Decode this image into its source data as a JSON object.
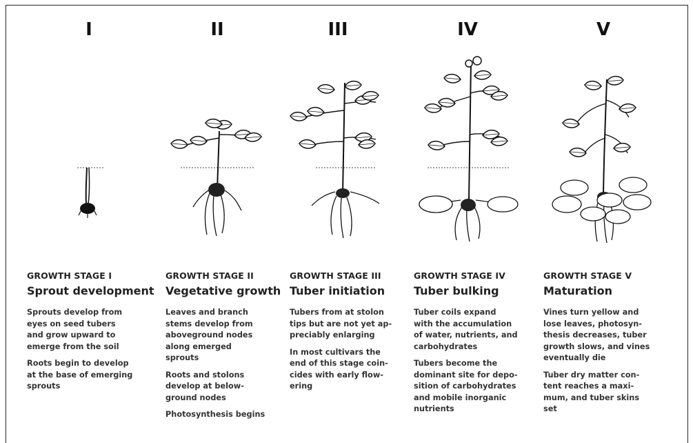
{
  "stages": [
    {
      "numeral": "I",
      "label": "GROWTH STAGE I",
      "name": "Sprout development",
      "lines": [
        [
          "Sprouts develop from",
          "eyes on seed tubers",
          "and grow upward to",
          "emerge from the soil"
        ],
        [
          "Roots begin to develop",
          "at the base of emerging",
          "sprouts"
        ]
      ]
    },
    {
      "numeral": "II",
      "label": "GROWTH STAGE II",
      "name": "Vegetative growth",
      "lines": [
        [
          "Leaves and branch",
          "stems develop from",
          "aboveground nodes",
          "along emerged",
          "sprouts"
        ],
        [
          "Roots and stolons",
          "develop at below-",
          "ground nodes"
        ],
        [
          "Photosynthesis begins"
        ]
      ]
    },
    {
      "numeral": "III",
      "label": "GROWTH STAGE III",
      "name": "Tuber initiation",
      "lines": [
        [
          "Tubers from at stolon",
          "tips but are not yet ap-",
          "preciably enlarging"
        ],
        [
          "In most cultivars the",
          "end of this stage coin-",
          "cides with early flow-",
          "ering"
        ]
      ]
    },
    {
      "numeral": "IV",
      "label": "GROWTH STAGE IV",
      "name": "Tuber bulking",
      "lines": [
        [
          "Tuber coils expand",
          "with the accumulation",
          "of water, nutrients, and",
          "carbohydrates"
        ],
        [
          "Tubers become the",
          "dominant site for depo-",
          "sition of carbohydrates",
          "and mobile inorganic",
          "nutrients"
        ]
      ]
    },
    {
      "numeral": "V",
      "label": "GROWTH STAGE V",
      "name": "Maturation",
      "lines": [
        [
          "Vines turn yellow and",
          "lose leaves, photosyn-",
          "thesis decreases, tuber",
          "growth slows, and vines",
          "eventually die"
        ],
        [
          "Tuber dry matter con-",
          "tent reaches a maxi-",
          "mum, and tuber skins",
          "set"
        ]
      ]
    }
  ]
}
